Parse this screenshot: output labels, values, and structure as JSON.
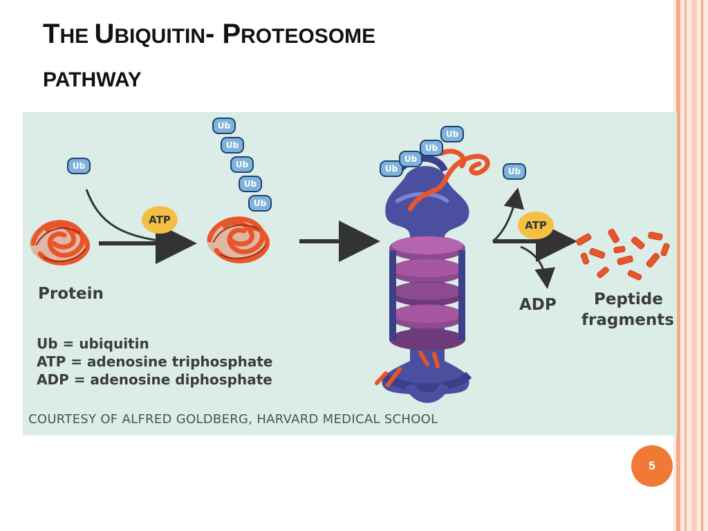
{
  "slide": {
    "title_line1": [
      {
        "big": "T",
        "small": "HE "
      },
      {
        "big": "U",
        "small": "BIQUITIN"
      },
      {
        "big": "- P",
        "small": "ROTEOSOME"
      }
    ],
    "title_line2": "PATHWAY",
    "page_number": "5"
  },
  "figure": {
    "ub_label": "Ub",
    "atp_label": "ATP",
    "protein_label": "Protein",
    "adp_label": "ADP",
    "peptide_label_1": "Peptide",
    "peptide_label_2": "fragments",
    "legend": [
      "Ub = ubiquitin",
      "ATP = adenosine triphosphate",
      "ADP = adenosine diphosphate"
    ],
    "credit": "COURTESY OF ALFRED GOLDBERG, HARVARD MEDICAL SCHOOL"
  },
  "colors": {
    "figure_bg": "#dbede6",
    "protein": "#e8552a",
    "proteasome_blue": "#4a4fa0",
    "proteasome_purple": "#a7579f",
    "ub_fill": "#7fb2dc",
    "atp_fill": "#f4c043",
    "page_badge": "#f17936",
    "stripe_salmon": "#f4a98a"
  }
}
